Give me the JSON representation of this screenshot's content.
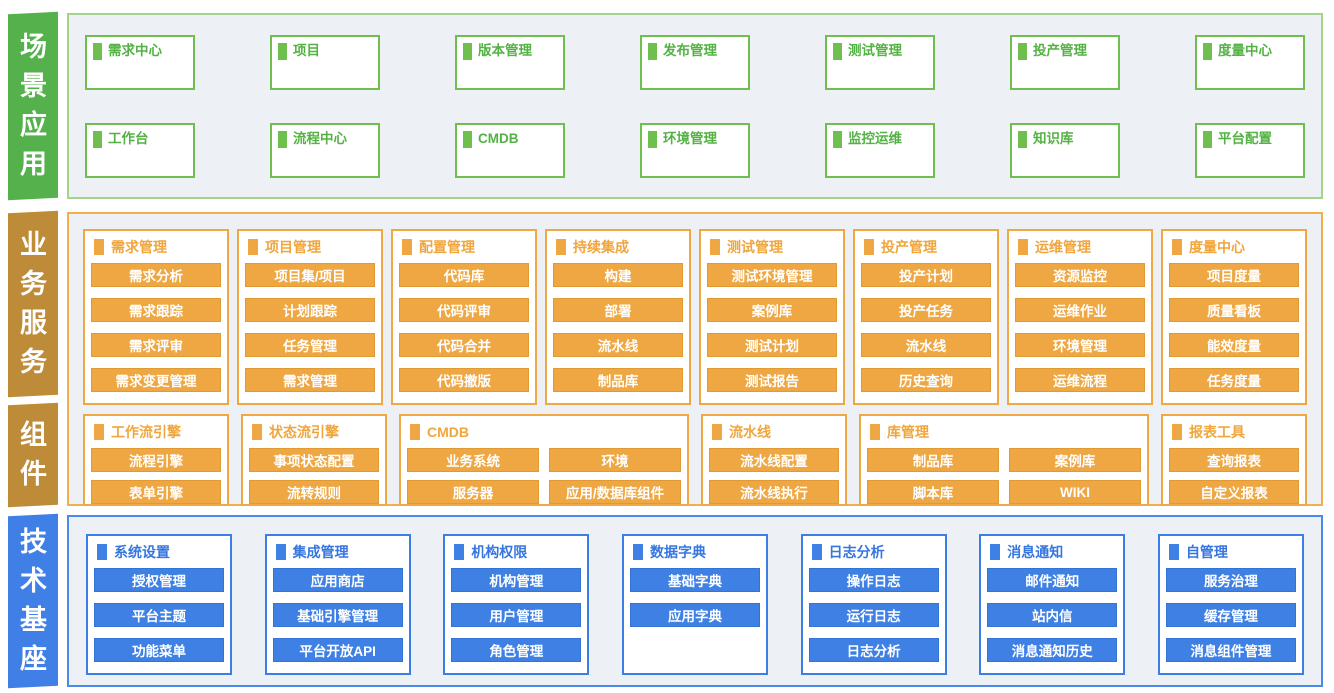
{
  "diagram": {
    "sections": [
      {
        "id": "scenario",
        "label": "场景应用",
        "theme": "green",
        "rows": [
          [
            "需求中心",
            "项目",
            "版本管理",
            "发布管理",
            "测试管理",
            "投产管理",
            "度量中心"
          ],
          [
            "工作台",
            "流程中心",
            "CMDB",
            "环境管理",
            "监控运维",
            "知识库",
            "平台配置"
          ]
        ]
      },
      {
        "id": "business",
        "label": "业务服务",
        "theme": "orange",
        "columns": [
          {
            "title": "需求管理",
            "items": [
              "需求分析",
              "需求跟踪",
              "需求评审",
              "需求变更管理"
            ]
          },
          {
            "title": "项目管理",
            "items": [
              "项目集/项目",
              "计划跟踪",
              "任务管理",
              "需求管理"
            ]
          },
          {
            "title": "配置管理",
            "items": [
              "代码库",
              "代码评审",
              "代码合并",
              "代码撤版"
            ]
          },
          {
            "title": "持续集成",
            "items": [
              "构建",
              "部署",
              "流水线",
              "制品库"
            ]
          },
          {
            "title": "测试管理",
            "items": [
              "测试环境管理",
              "案例库",
              "测试计划",
              "测试报告"
            ]
          },
          {
            "title": "投产管理",
            "items": [
              "投产计划",
              "投产任务",
              "流水线",
              "历史查询"
            ]
          },
          {
            "title": "运维管理",
            "items": [
              "资源监控",
              "运维作业",
              "环境管理",
              "运维流程"
            ]
          },
          {
            "title": "度量中心",
            "items": [
              "项目度量",
              "质量看板",
              "能效度量",
              "任务度量"
            ]
          }
        ]
      },
      {
        "id": "components",
        "label": "组件",
        "theme": "orange",
        "boxes": [
          {
            "title": "工作流引擎",
            "wide": false,
            "items": [
              "流程引擎",
              "表单引擎"
            ]
          },
          {
            "title": "状态流引擎",
            "wide": false,
            "items": [
              "事项状态配置",
              "流转规则"
            ]
          },
          {
            "title": "CMDB",
            "wide": true,
            "items": [
              "业务系统",
              "环境",
              "服务器",
              "应用/数据库组件"
            ]
          },
          {
            "title": "流水线",
            "wide": false,
            "items": [
              "流水线配置",
              "流水线执行"
            ]
          },
          {
            "title": "库管理",
            "wide": true,
            "items": [
              "制品库",
              "案例库",
              "脚本库",
              "WIKI"
            ]
          },
          {
            "title": "报表工具",
            "wide": false,
            "items": [
              "查询报表",
              "自定义报表"
            ]
          }
        ]
      },
      {
        "id": "foundation",
        "label": "技术基座",
        "theme": "blue",
        "columns": [
          {
            "title": "系统设置",
            "items": [
              "授权管理",
              "平台主题",
              "功能菜单"
            ]
          },
          {
            "title": "集成管理",
            "items": [
              "应用商店",
              "基础引擎管理",
              "平台开放API"
            ]
          },
          {
            "title": "机构权限",
            "items": [
              "机构管理",
              "用户管理",
              "角色管理"
            ]
          },
          {
            "title": "数据字典",
            "items": [
              "基础字典",
              "应用字典"
            ]
          },
          {
            "title": "日志分析",
            "items": [
              "操作日志",
              "运行日志",
              "日志分析"
            ]
          },
          {
            "title": "消息通知",
            "items": [
              "邮件通知",
              "站内信",
              "消息通知历史"
            ]
          },
          {
            "title": "自管理",
            "items": [
              "服务治理",
              "缓存管理",
              "消息组件管理"
            ]
          }
        ]
      }
    ],
    "colors": {
      "band_background": "#EDF1F6",
      "green_label": "#55B14B",
      "green_container_border": "#A6D38A",
      "green_border": "#6FBF4F",
      "green_text": "#53B243",
      "orange_label": "#BE8B39",
      "orange_container_border": "#F3AE4F",
      "orange_box_border": "#F0A845",
      "orange_bar": "#EEA742",
      "orange_bar_border": "#E19A31",
      "orange_text": "#F0A63C",
      "blue_label": "#3F7FE6",
      "blue_container_border": "#4A8AEC",
      "blue_box_border": "#3B7EE6",
      "blue_bar": "#3F80E4",
      "blue_bar_border": "#3373D6",
      "blue_text": "#3576E0"
    }
  }
}
